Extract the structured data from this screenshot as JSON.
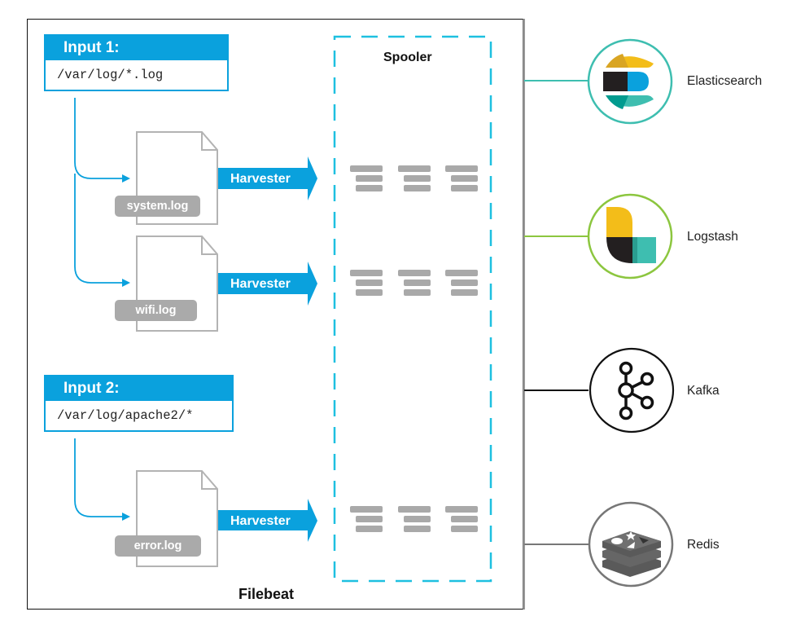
{
  "diagram": {
    "container_label": "Filebeat",
    "spooler_label": "Spooler",
    "inputs": [
      {
        "title": "Input 1:",
        "path": "/var/log/*.log",
        "files": [
          {
            "name": "system.log",
            "harvester_label": "Harvester"
          },
          {
            "name": "wifi.log",
            "harvester_label": "Harvester"
          }
        ]
      },
      {
        "title": "Input 2:",
        "path": "/var/log/apache2/*",
        "files": [
          {
            "name": "error.log",
            "harvester_label": "Harvester"
          }
        ]
      }
    ],
    "spooler_rows": 3,
    "stacks_per_row": 3,
    "outputs": [
      {
        "name": "Elasticsearch",
        "icon": "elasticsearch-logo-icon",
        "ring_color": "#3ebeb0"
      },
      {
        "name": "Logstash",
        "icon": "logstash-logo-icon",
        "ring_color": "#8cc63f"
      },
      {
        "name": "Kafka",
        "icon": "kafka-logo-icon",
        "ring_color": "#111111"
      },
      {
        "name": "Redis",
        "icon": "redis-logo-icon",
        "ring_color": "#777777"
      }
    ]
  },
  "colors": {
    "accent_blue": "#0aa1dd",
    "spooler_dash": "#1ec0e0",
    "file_gray": "#aaaaaa",
    "stack_gray": "#a9a9a9"
  }
}
